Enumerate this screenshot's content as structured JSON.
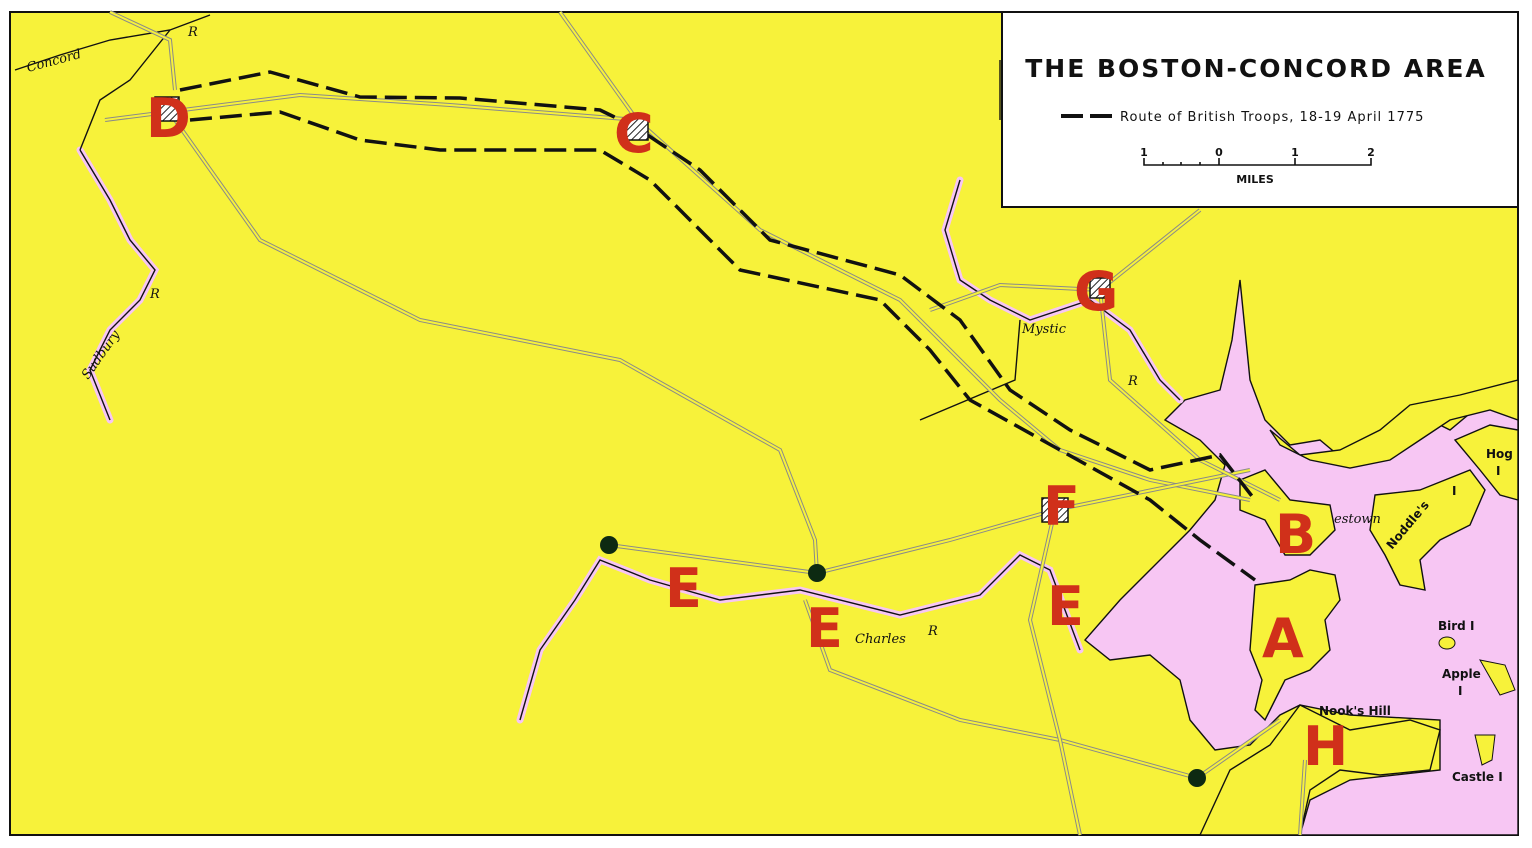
{
  "legend": {
    "title": "THE BOSTON-CONCORD AREA",
    "route_label": "Route of British Troops, 18-19 April 1775",
    "scale_ticks": [
      "1",
      "0",
      "1",
      "2"
    ],
    "scale_unit": "MILES"
  },
  "rivers": {
    "concord": "Concord",
    "concord_r": "R",
    "sudbury": "Sudbury",
    "sudbury_r": "R",
    "mystic": "Mystic",
    "mystic_r": "R",
    "charles": "Charles",
    "charles_r": "R"
  },
  "places": {
    "charlestown": "estown",
    "noddles": "Noddle's",
    "noddles_i": "I",
    "hog": "Hog",
    "hog_i": "I",
    "bird": "Bird I",
    "apple": "Apple",
    "apple_i": "I",
    "nooks_hill": "Nook's Hill",
    "castle": "Castle I"
  },
  "markers": {
    "D": "D",
    "C": "C",
    "G": "G",
    "F": "F",
    "B": "B",
    "A": "A",
    "E1": "E",
    "E2": "E",
    "E3": "E",
    "H": "H"
  },
  "colors": {
    "land": "#f7f23a",
    "water": "#f7c6f3",
    "marker": "#d0301a"
  }
}
